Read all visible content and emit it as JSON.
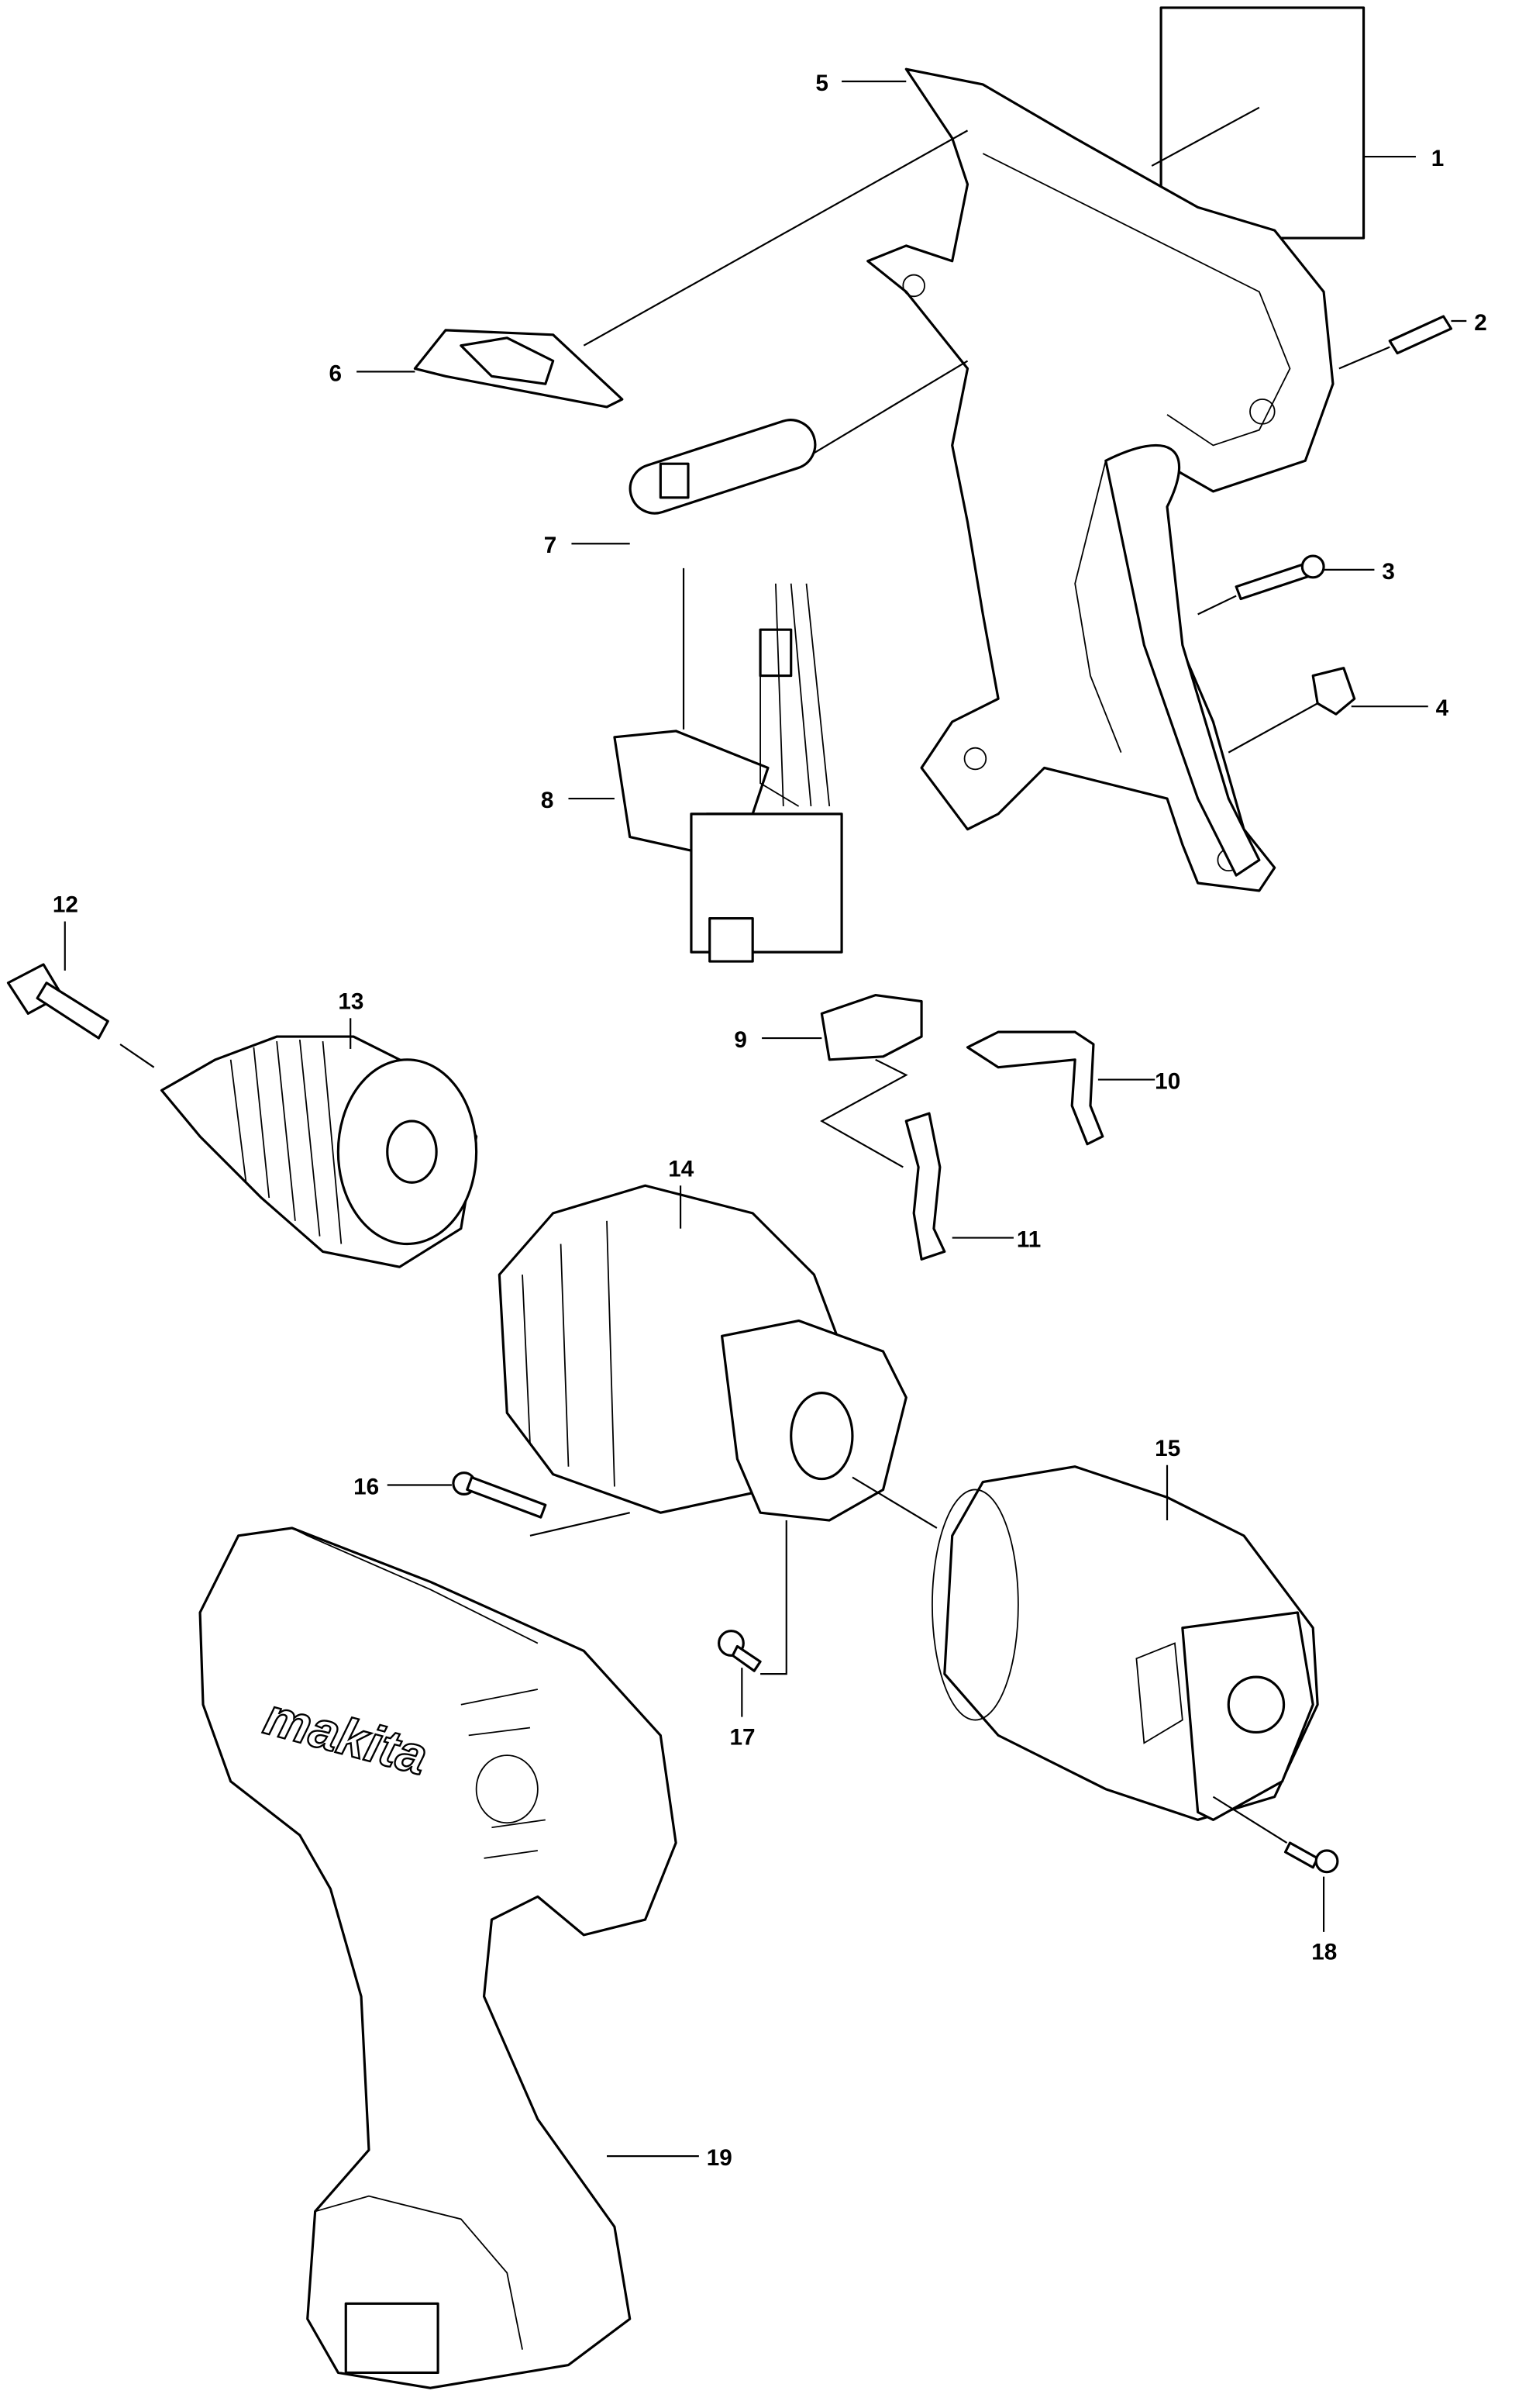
{
  "diagram": {
    "type": "exploded-parts-diagram",
    "brand_logo_text": "makita",
    "callouts": [
      {
        "number": "1",
        "part": "label"
      },
      {
        "number": "2",
        "part": "screw"
      },
      {
        "number": "3",
        "part": "screw"
      },
      {
        "number": "4",
        "part": "clip"
      },
      {
        "number": "5",
        "part": "housing-half"
      },
      {
        "number": "6",
        "part": "switch-lever"
      },
      {
        "number": "7",
        "part": "lever"
      },
      {
        "number": "8",
        "part": "trigger-switch"
      },
      {
        "number": "9",
        "part": "brush-holder"
      },
      {
        "number": "10",
        "part": "terminal-plate"
      },
      {
        "number": "11",
        "part": "terminal"
      },
      {
        "number": "12",
        "part": "chuck-screw"
      },
      {
        "number": "13",
        "part": "keyless-chuck"
      },
      {
        "number": "14",
        "part": "gear-assembly"
      },
      {
        "number": "15",
        "part": "dc-motor"
      },
      {
        "number": "16",
        "part": "screw"
      },
      {
        "number": "17",
        "part": "screw"
      },
      {
        "number": "18",
        "part": "screw"
      },
      {
        "number": "19",
        "part": "housing-set"
      }
    ]
  }
}
